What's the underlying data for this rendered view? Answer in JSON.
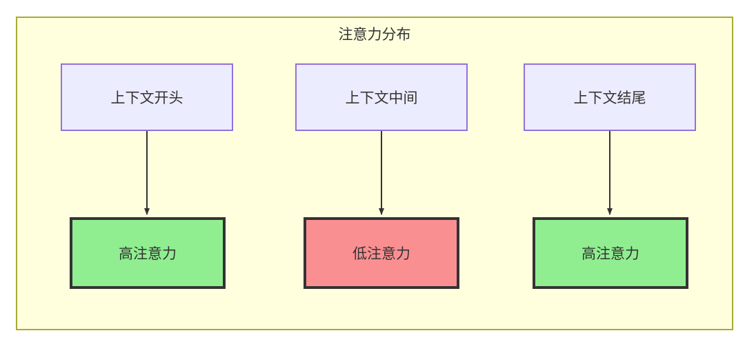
{
  "diagram": {
    "title": "注意力分布",
    "background_color": "#ffffff",
    "frame": {
      "fill": "#ffffde",
      "stroke": "#aaaa33"
    },
    "nodes": [
      {
        "id": "ctx-start",
        "label": "上下文开头",
        "fill": "#ececff",
        "stroke": "#9370db",
        "role": "context"
      },
      {
        "id": "ctx-middle",
        "label": "上下文中间",
        "fill": "#ececff",
        "stroke": "#9370db",
        "role": "context"
      },
      {
        "id": "ctx-end",
        "label": "上下文结尾",
        "fill": "#ececff",
        "stroke": "#9370db",
        "role": "context"
      },
      {
        "id": "att-1",
        "label": "高注意力",
        "fill": "#90ee90",
        "stroke": "#333333",
        "role": "attention-high"
      },
      {
        "id": "att-2",
        "label": "低注意力",
        "fill": "#fa8f92",
        "stroke": "#333333",
        "role": "attention-low"
      },
      {
        "id": "att-3",
        "label": "高注意力",
        "fill": "#90ee90",
        "stroke": "#333333",
        "role": "attention-high"
      }
    ],
    "edges": [
      {
        "from": "ctx-start",
        "to": "att-1",
        "label": "",
        "stroke": "#333333",
        "arrow": "solid-triangle"
      },
      {
        "from": "ctx-middle",
        "to": "att-2",
        "label": "",
        "stroke": "#333333",
        "arrow": "solid-triangle"
      },
      {
        "from": "ctx-end",
        "to": "att-3",
        "label": "",
        "stroke": "#333333",
        "arrow": "solid-triangle"
      }
    ]
  }
}
